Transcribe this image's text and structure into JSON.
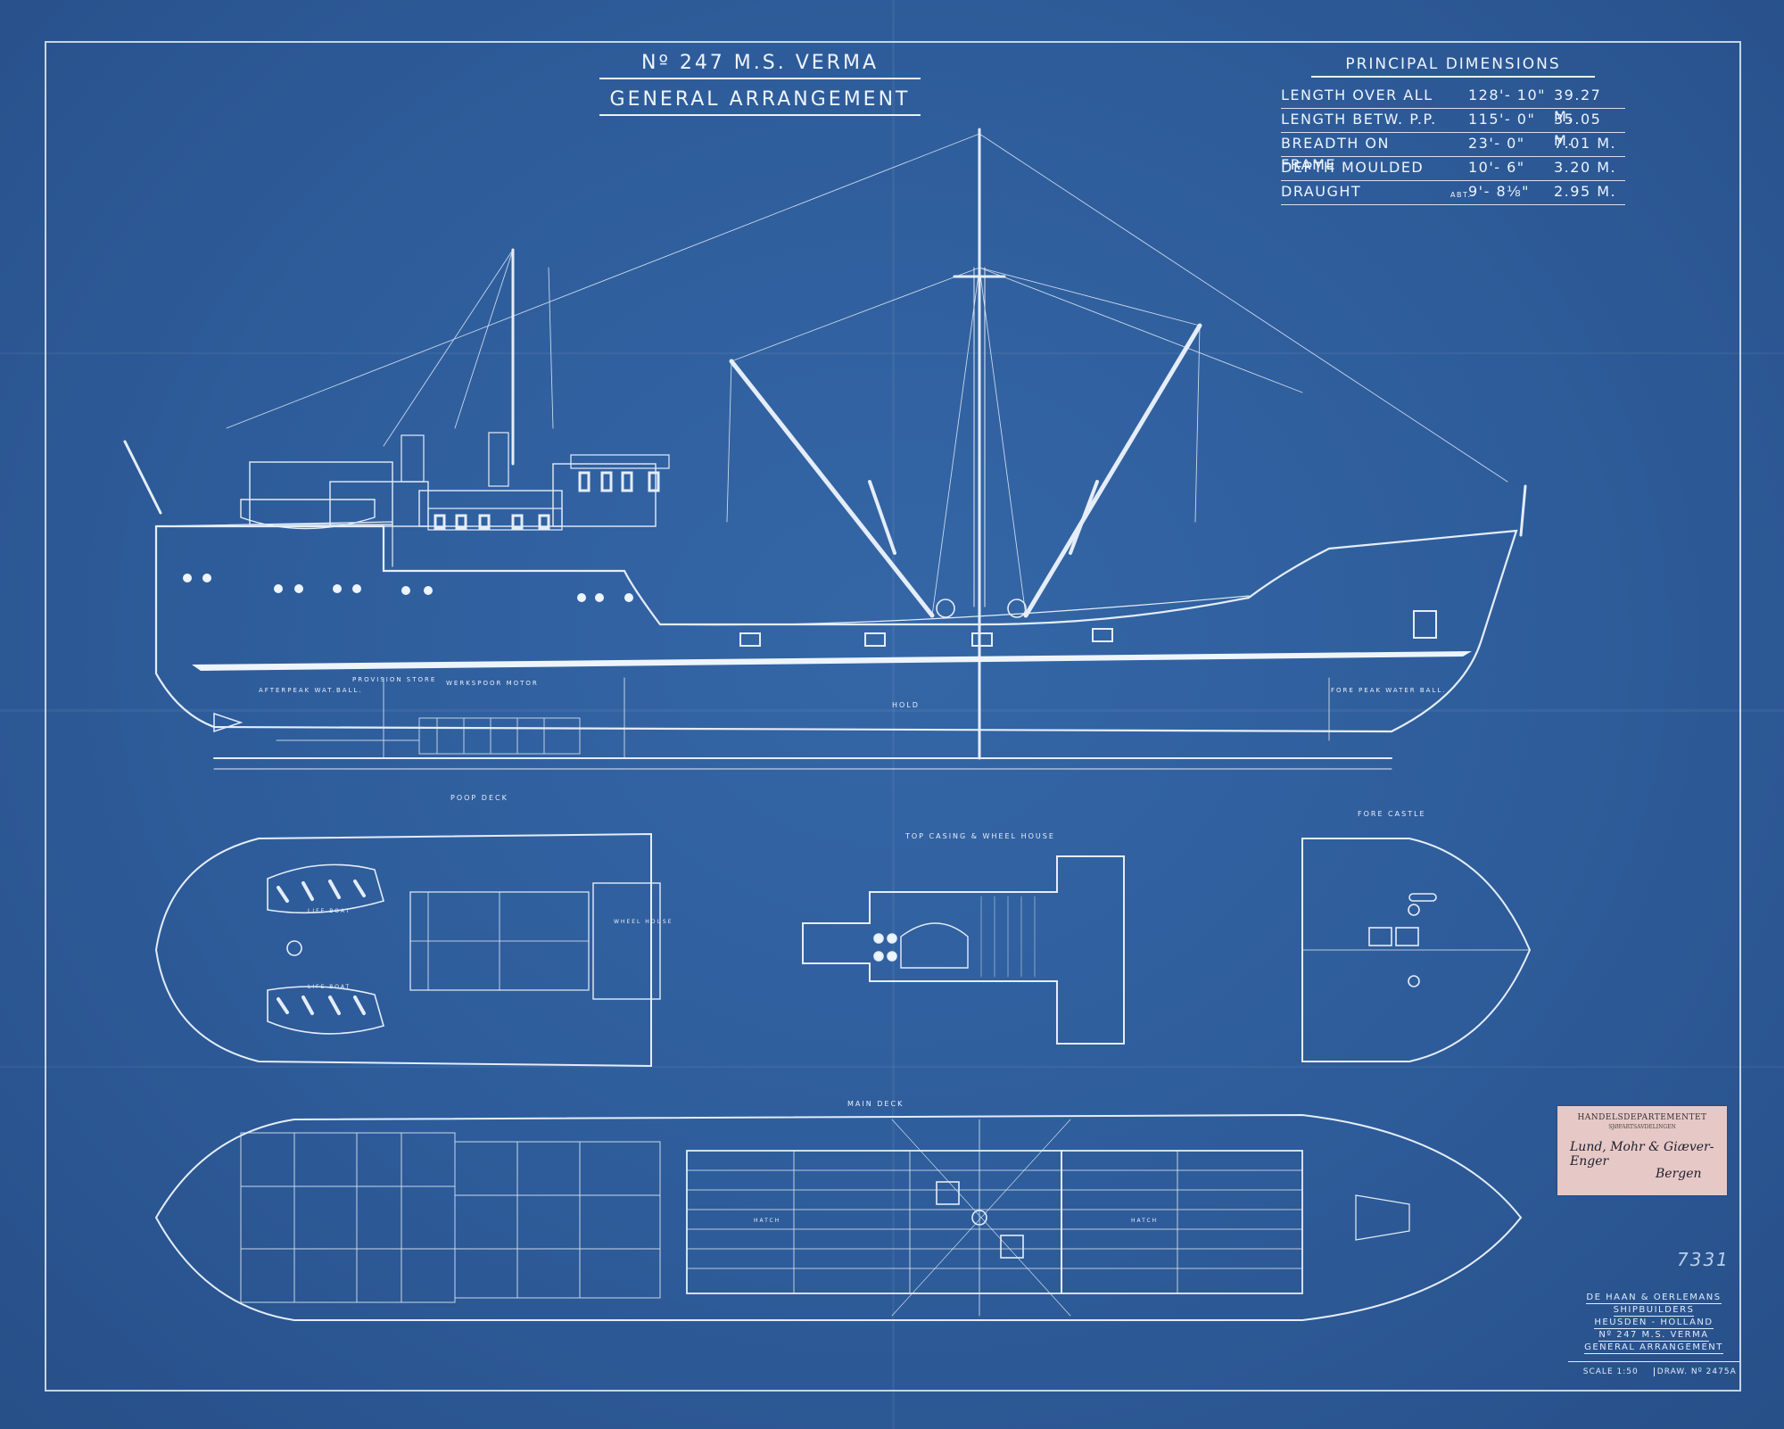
{
  "title": {
    "line1": "Nº 247    M.S. VERMA",
    "line2": "GENERAL  ARRANGEMENT"
  },
  "principal_dimensions": {
    "heading": "PRINCIPAL  DIMENSIONS",
    "rows": [
      {
        "label": "LENGTH OVER ALL",
        "prefix": "",
        "imperial": "128'- 10\"",
        "metric": "39.27 M."
      },
      {
        "label": "LENGTH BETW.  P.P.",
        "prefix": "",
        "imperial": "115'- 0\"",
        "metric": "35.05 M."
      },
      {
        "label": "BREADTH ON FRAME",
        "prefix": "",
        "imperial": "23'- 0\"",
        "metric": "7.01 M."
      },
      {
        "label": "DEPTH MOULDED",
        "prefix": "",
        "imperial": "10'- 6\"",
        "metric": "3.20 M."
      },
      {
        "label": "DRAUGHT",
        "prefix": "ABT.",
        "imperial": "9'- 8⅛\"",
        "metric": "2.95 M."
      }
    ]
  },
  "view_labels": {
    "poop_deck": "POOP DECK",
    "top_casing": "TOP CASING & WHEEL HOUSE",
    "fore_castle": "FORE CASTLE",
    "main_deck": "MAIN DECK"
  },
  "profile_labels": {
    "after_peak": "AFTERPEAK WAT.BALL.",
    "provision": "PROVISION STORE",
    "motor": "WERKSPOOR MOTOR",
    "hold": "HOLD",
    "fore_peak": "FORE PEAK WATER BALL."
  },
  "plan_labels": {
    "life_boat_1": "LIFE BOAT",
    "life_boat_2": "LIFE BOAT",
    "wheel_house": "WHEEL HOUSE",
    "hatch_1": "HATCH",
    "hatch_2": "HATCH"
  },
  "stamp": {
    "line1": "HANDELSDEPARTEMENTET",
    "line2": "SJØFARTSAVDELINGEN",
    "signature1": "Lund, Mohr & Giæver-Enger",
    "signature2": "Bergen"
  },
  "reference_number": "7331",
  "builder_block": {
    "line1": "DE HAAN & OERLEMANS",
    "line2": "SHIPBUILDERS",
    "line3": "HEUSDEN - HOLLAND",
    "line4": "Nº 247    M.S. VERMA",
    "line5": "GENERAL ARRANGEMENT",
    "scale": "SCALE 1:50",
    "drawing": "DRAW. Nº 2475A"
  },
  "colors": {
    "paper": "#2e5c9a",
    "line": "#e8f0fb",
    "stamp": "#e6c8c6"
  }
}
